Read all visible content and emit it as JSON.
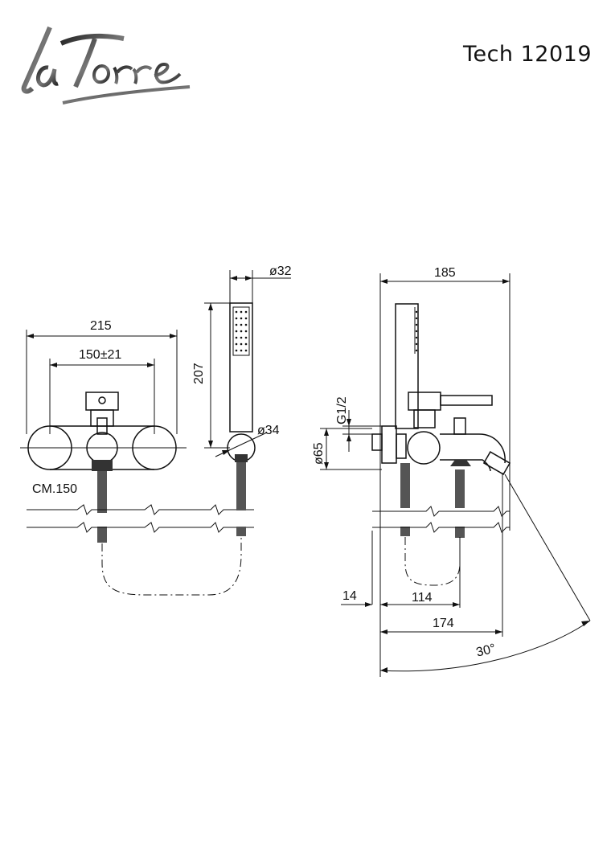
{
  "logo": {
    "text": "laTorre"
  },
  "model": {
    "title": "Tech 12019"
  },
  "dimensions": {
    "front_width": "215",
    "front_centers": "150±21",
    "hose_label": "CM.150",
    "handshower_diameter": "ø32",
    "handshower_length": "207",
    "holder_diameter": "ø34",
    "side_depth": "185",
    "thread": "G1/2",
    "flange_diameter": "ø65",
    "wall_offset": "14",
    "spout_inner": "114",
    "spout_outer": "174",
    "angle": "30°"
  }
}
